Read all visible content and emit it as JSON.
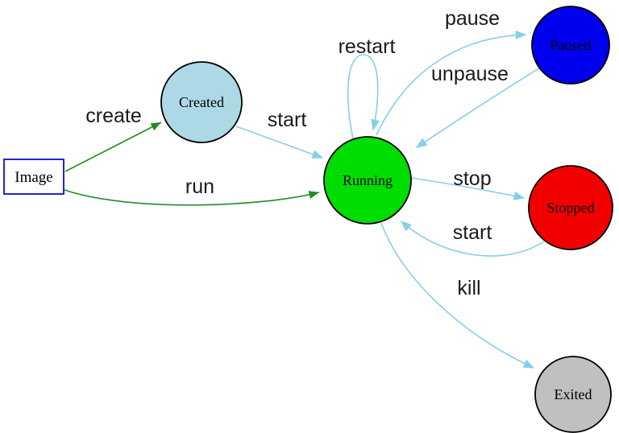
{
  "diagram": {
    "description": "Container lifecycle state diagram",
    "background": "#FFFFFF",
    "colors": {
      "action_edge": "#228B22",
      "flow_edge": "#87CEEB",
      "node_border": "#000000",
      "image_border": "#2424CE",
      "label_text": "#1A1A1A"
    },
    "nodes": [
      {
        "id": "image",
        "label": "Image",
        "shape": "rect",
        "fill": "#FFFFFF"
      },
      {
        "id": "created",
        "label": "Created",
        "shape": "circle",
        "fill": "#ADD8E6"
      },
      {
        "id": "running",
        "label": "Running",
        "shape": "circle",
        "fill": "#00DD00"
      },
      {
        "id": "paused",
        "label": "Paused",
        "shape": "circle",
        "fill": "#0000EE"
      },
      {
        "id": "stopped",
        "label": "Stopped",
        "shape": "circle",
        "fill": "#F20000"
      },
      {
        "id": "exited",
        "label": "Exited",
        "shape": "circle",
        "fill": "#C0C0C0"
      }
    ],
    "edges": [
      {
        "label": "create",
        "from": "image",
        "to": "created",
        "color_role": "action"
      },
      {
        "label": "run",
        "from": "image",
        "to": "running",
        "color_role": "action"
      },
      {
        "label": "start",
        "from": "created",
        "to": "running",
        "color_role": "flow"
      },
      {
        "label": "restart",
        "from": "running",
        "to": "running",
        "color_role": "flow"
      },
      {
        "label": "pause",
        "from": "running",
        "to": "paused",
        "color_role": "flow"
      },
      {
        "label": "unpause",
        "from": "paused",
        "to": "running",
        "color_role": "flow"
      },
      {
        "label": "stop",
        "from": "running",
        "to": "stopped",
        "color_role": "flow"
      },
      {
        "label": "start",
        "from": "stopped",
        "to": "running",
        "color_role": "flow"
      },
      {
        "label": "kill",
        "from": "running",
        "to": "exited",
        "color_role": "flow"
      }
    ]
  }
}
